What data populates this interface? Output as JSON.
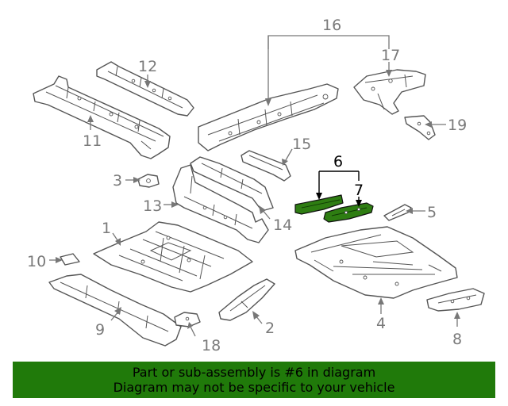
{
  "diagram": {
    "highlighted_part": "6",
    "callouts": [
      "1",
      "2",
      "3",
      "4",
      "5",
      "6",
      "7",
      "8",
      "9",
      "10",
      "11",
      "12",
      "13",
      "14",
      "15",
      "16",
      "17",
      "18",
      "19"
    ]
  },
  "colors": {
    "highlight": "#2e7d12",
    "banner": "#207a0a",
    "callout": "#7a7a7a"
  },
  "banner": {
    "line1": "Part or sub-assembly is #6 in diagram",
    "line2": "Diagram may not be specific to your vehicle"
  }
}
